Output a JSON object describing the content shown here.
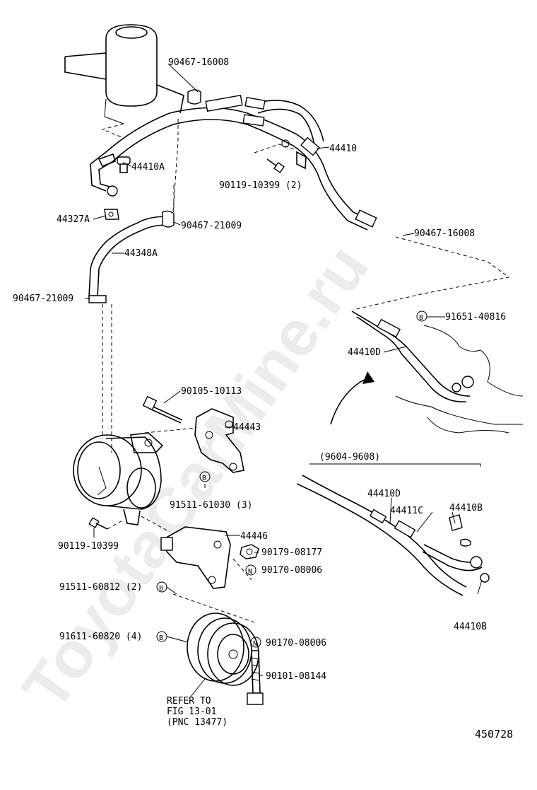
{
  "watermark": "ToyotaCarMine.ru",
  "diagram_number": "450728",
  "variant_range": "(9604-9608)",
  "refer_note": {
    "line1": "REFER TO",
    "line2": "FIG 13-01",
    "line3": "(PNC 13477)"
  },
  "symbols": {
    "b": "B",
    "n": "N"
  },
  "labels": {
    "p90467_16008_top": "90467-16008",
    "p44410": "44410",
    "p90119_10399_2": "90119-10399 (2)",
    "p44410A": "44410A",
    "p44327A": "44327A",
    "p90467_21009_right": "90467-21009",
    "p90467_16008_right": "90467-16008",
    "p44348A": "44348A",
    "p90467_21009_left": "90467-21009",
    "p91651_40816": "91651-40816",
    "p44410D_upper": "44410D",
    "p90105_10113": "90105-10113",
    "p44443": "44443",
    "p91511_61030_3": "91511-61030 (3)",
    "p44410D_lower": "44410D",
    "p44411C": "44411C",
    "p44410B_top": "44410B",
    "p44410B_bottom": "44410B",
    "p90119_10399": "90119-10399",
    "p44446": "44446",
    "p90179_08177": "90179-08177",
    "p90170_08006_a": "90170-08006",
    "p91511_60812_2": "91511-60812 (2)",
    "p91611_60820_4": "91611-60820 (4)",
    "p90170_08006_b": "90170-08006",
    "p90101_08144": "90101-08144"
  }
}
